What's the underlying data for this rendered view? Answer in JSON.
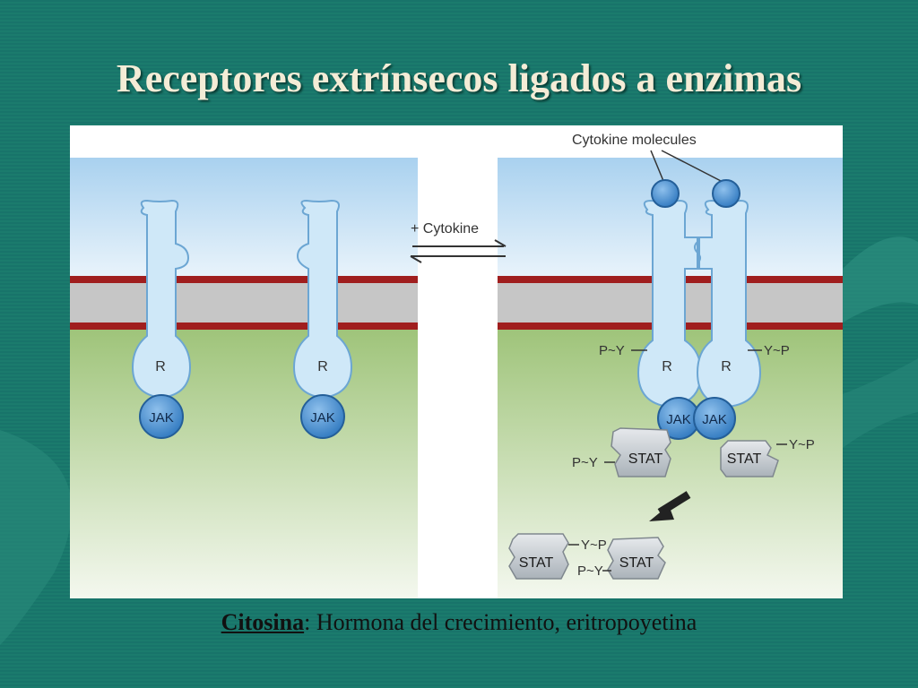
{
  "slide": {
    "title": "Receptores extrínsecos ligados a enzimas",
    "caption_term": "Citosina",
    "caption_rest": ": Hormona del crecimiento, eritropoyetina"
  },
  "diagram": {
    "labels": {
      "cytokine_molecules": "Cytokine molecules",
      "plus_cytokine": "+ Cytokine",
      "receptor": "R",
      "jak": "JAK",
      "stat": "STAT",
      "py_left": "P~Y",
      "yp_right": "Y~P"
    }
  },
  "colors": {
    "background": "#1a7a6c",
    "title_text": "#f4ecd6",
    "receptor_fill": "#cfe8f8",
    "receptor_stroke": "#6ca6d3",
    "jak_fill": "#3f86c9",
    "membrane_red": "#a01e1e",
    "membrane_gray": "#c6c6c6",
    "extracellular_sky": "#a9d1ef",
    "cytoplasm_green": "#9fc47a"
  }
}
